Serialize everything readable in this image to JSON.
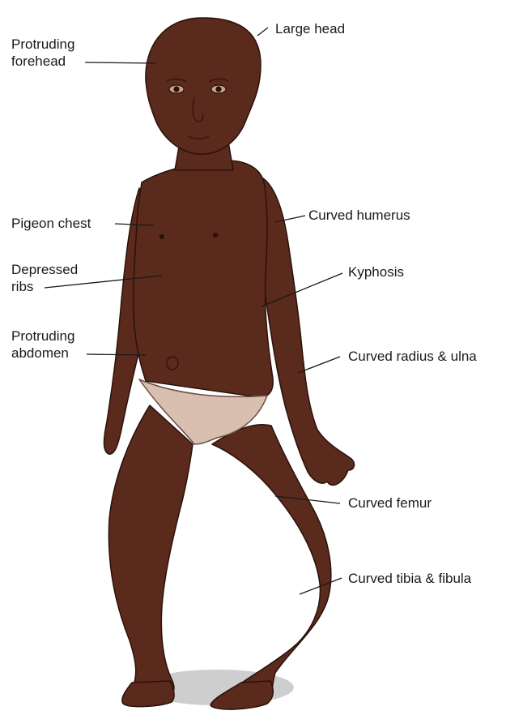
{
  "figure": {
    "colors": {
      "skin": "#5a2a1c",
      "skin_outline": "#2a120a",
      "skin_shadow": "#4a2116",
      "diaper": "#d8bfb0",
      "diaper_outline": "#6b5044",
      "eye_white": "#c9a48c",
      "shadow": "#bdbdbd",
      "leader_line": "#1a1a1a"
    }
  },
  "labels": {
    "large_head": "Large head",
    "protruding_forehead": [
      "Protruding",
      "forehead"
    ],
    "pigeon_chest": "Pigeon chest",
    "depressed_ribs": [
      "Depressed",
      "ribs"
    ],
    "protruding_abdomen": [
      "Protruding",
      "abdomen"
    ],
    "curved_humerus": "Curved humerus",
    "kyphosis": "Kyphosis",
    "curved_radius_ulna": "Curved radius & ulna",
    "curved_femur": "Curved femur",
    "curved_tibia_fibula": "Curved tibia & fibula"
  }
}
